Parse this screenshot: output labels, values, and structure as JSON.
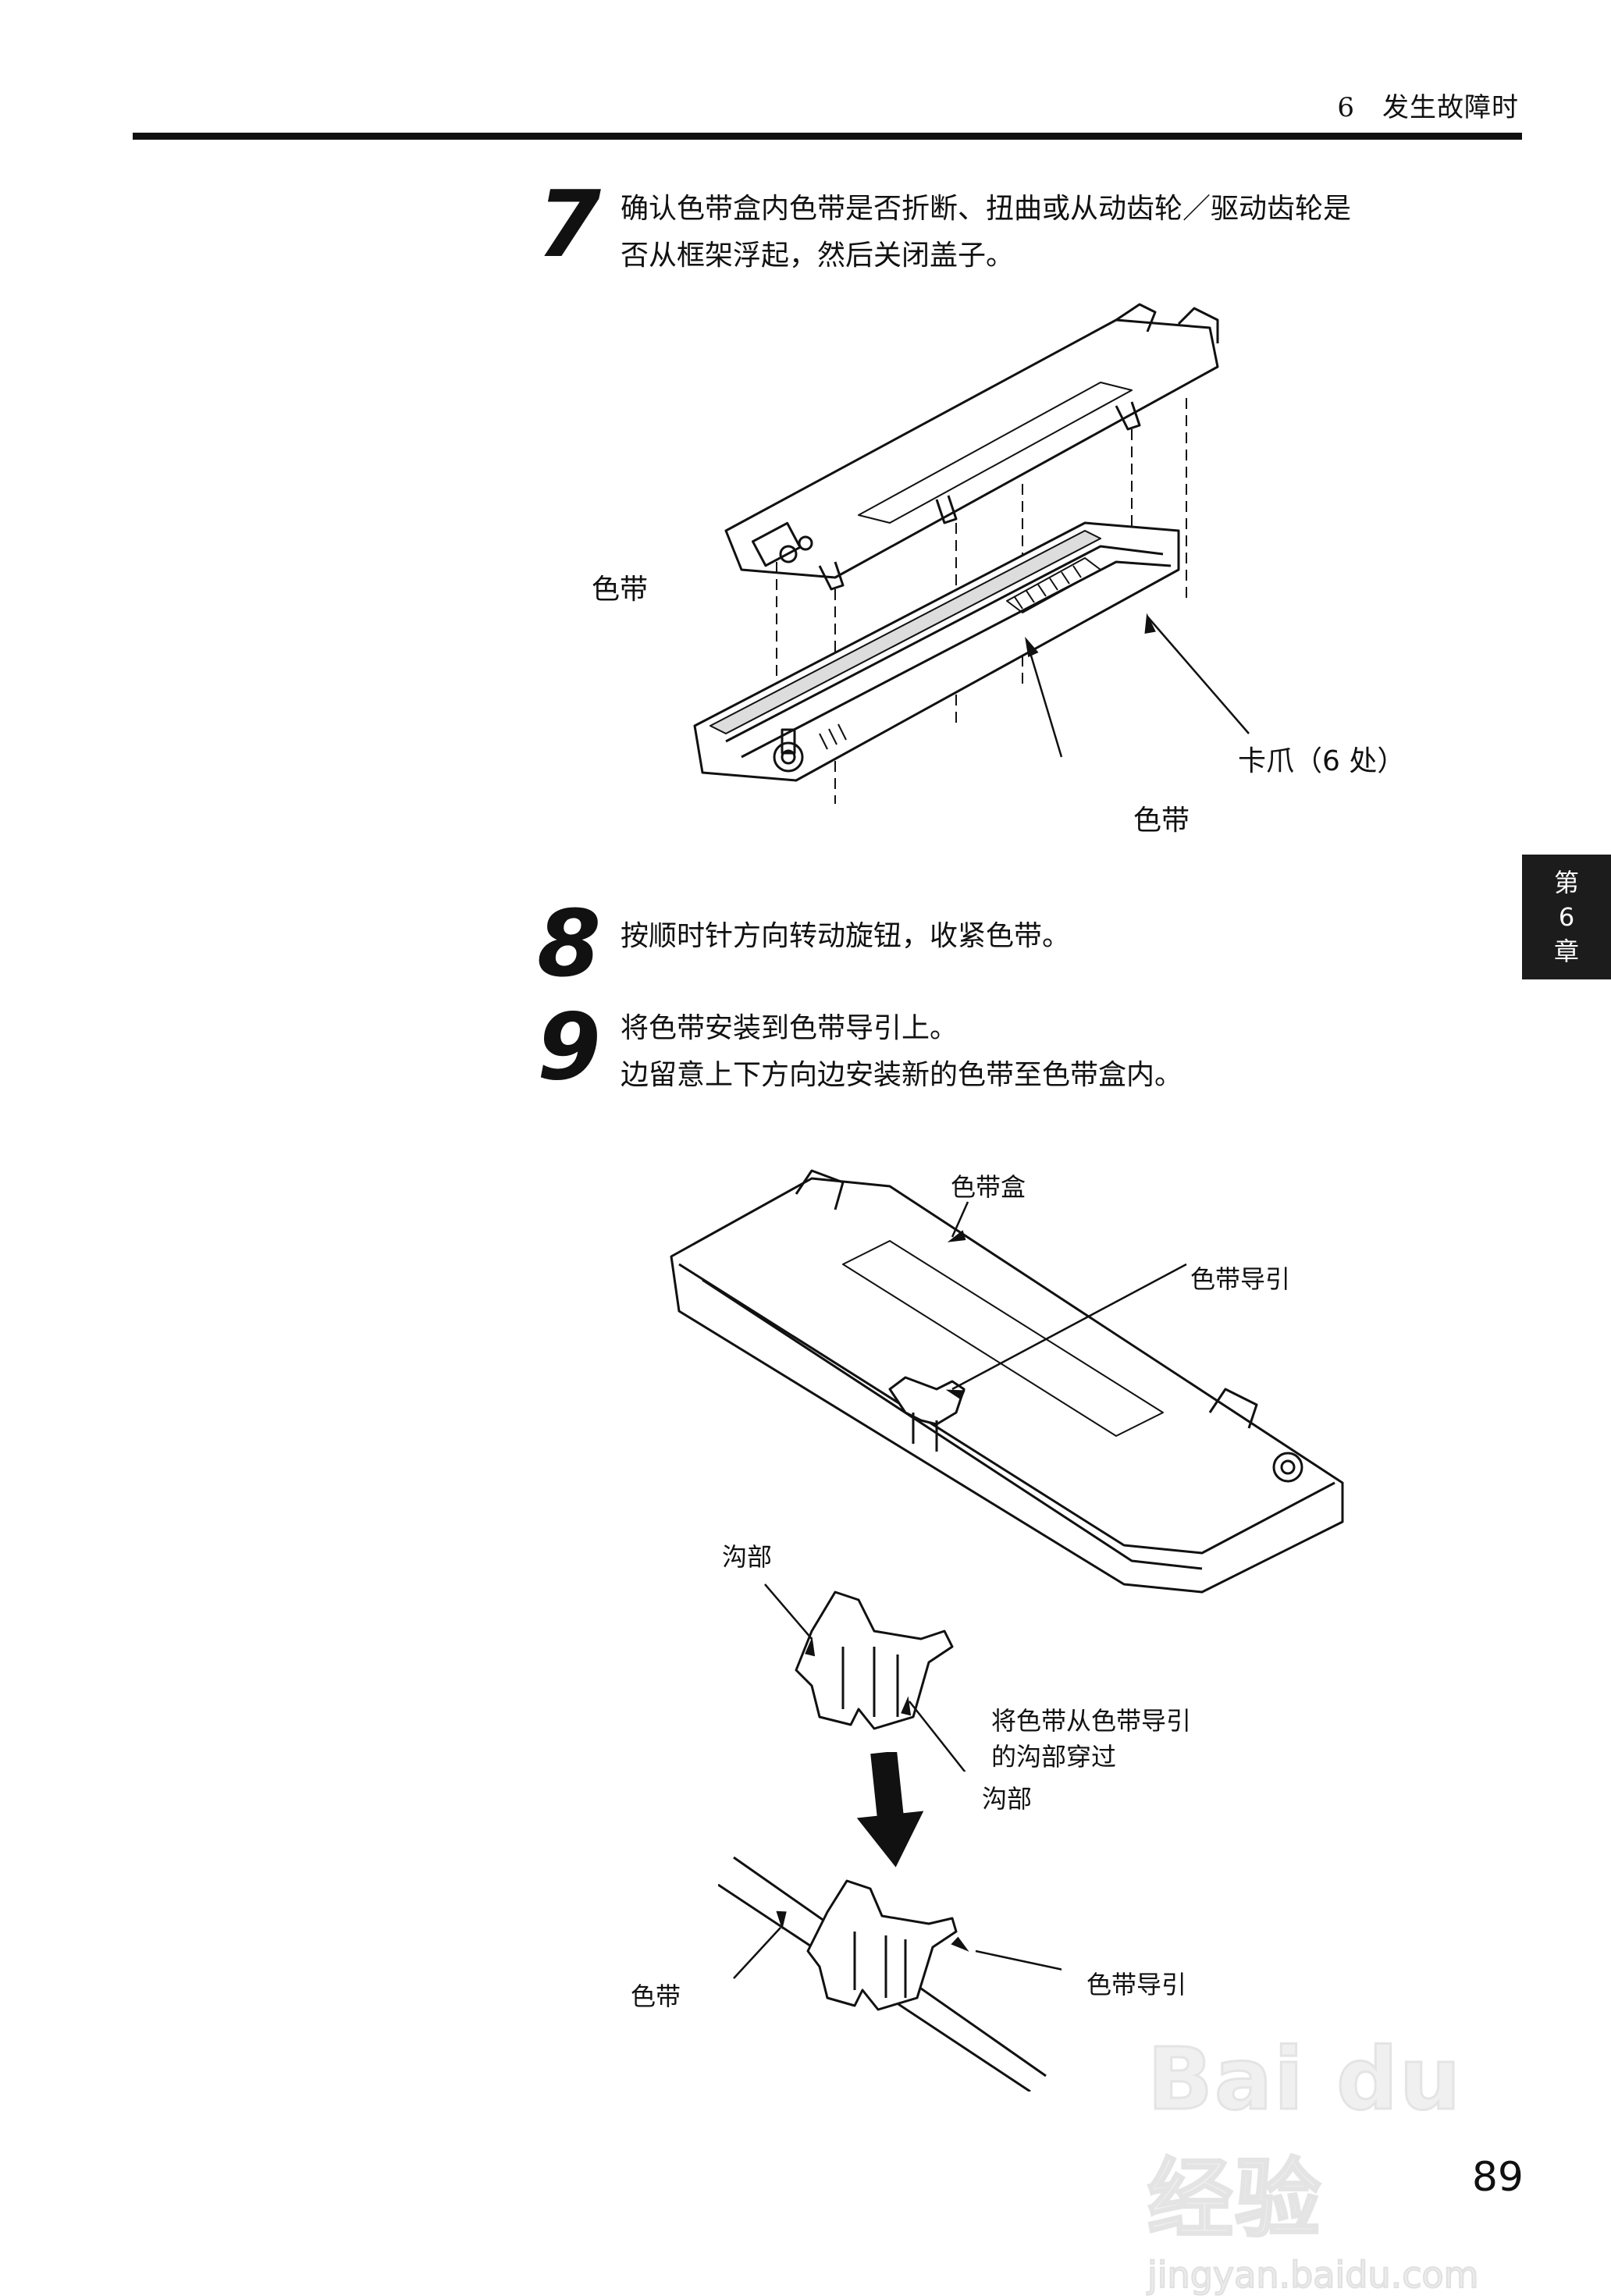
{
  "header": {
    "chapter_title": "6　发生故障时"
  },
  "chapter_tab": {
    "line1": "第",
    "line2": "6",
    "line3": "章"
  },
  "steps": [
    {
      "number": "7",
      "lines": [
        "确认色带盒内色带是否折断、扭曲或从动齿轮／驱动齿轮是",
        "否从框架浮起，然后关闭盖子。"
      ]
    },
    {
      "number": "8",
      "lines": [
        "按顺时针方向转动旋钮，收紧色带。"
      ]
    },
    {
      "number": "9",
      "lines": [
        "将色带安装到色带导引上。",
        "边留意上下方向边安装新的色带至色带盒内。"
      ]
    }
  ],
  "figure1": {
    "labels": {
      "ribbon_left": "色带",
      "claw": "卡爪（6 处）",
      "ribbon_bottom": "色带"
    }
  },
  "figure2": {
    "labels": {
      "cassette": "色带盒",
      "guide_top": "色带导引",
      "groove_top": "沟部",
      "instruction_line1": "将色带从色带导引",
      "instruction_line2": "的沟部穿过",
      "groove_bottom": "沟部",
      "ribbon": "色带",
      "guide_bottom": "色带导引"
    }
  },
  "footer": {
    "page_number": "89"
  },
  "watermark": {
    "logo": "Bai du 经验",
    "url": "jingyan.baidu.com"
  }
}
